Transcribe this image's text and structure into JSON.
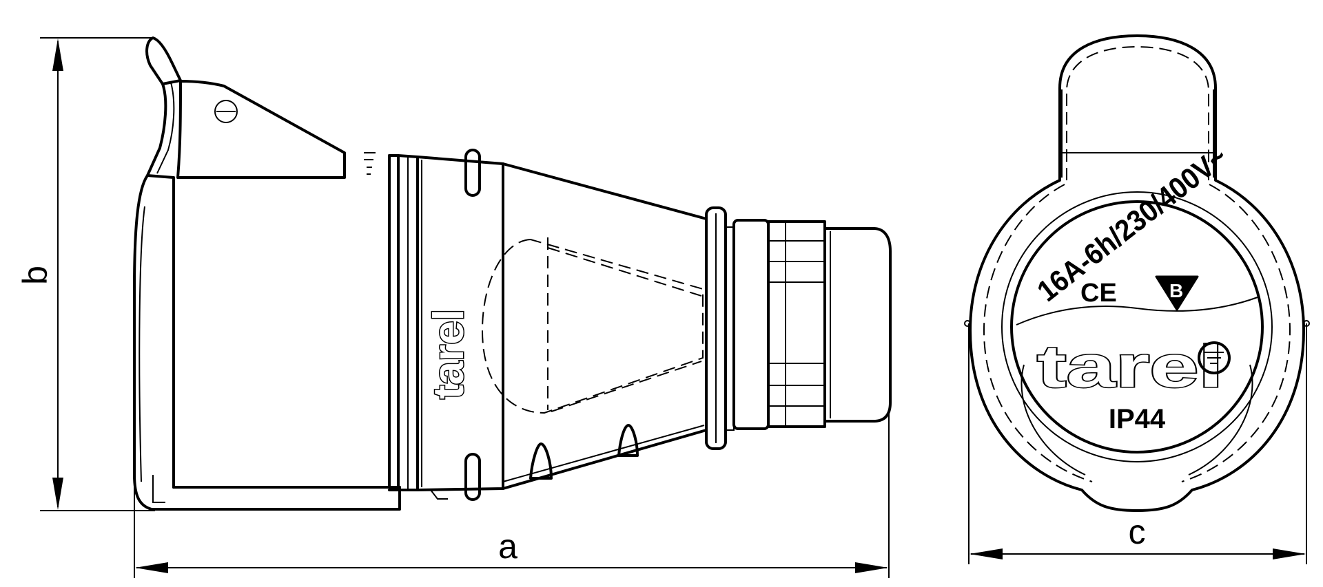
{
  "dimensions": {
    "a": "a",
    "b": "b",
    "c": "c"
  },
  "side_view": {
    "brand": "tarel"
  },
  "front_view": {
    "rating": "16A-6h/230/400V~",
    "ce_mark": "CE",
    "approval_mark": "B",
    "brand": "tarel",
    "protection": "IP44"
  },
  "colors": {
    "line": "#000000",
    "background": "#ffffff"
  },
  "icons": [
    "earth-symbol-icon",
    "ce-mark-icon",
    "b-approval-mark-icon"
  ]
}
